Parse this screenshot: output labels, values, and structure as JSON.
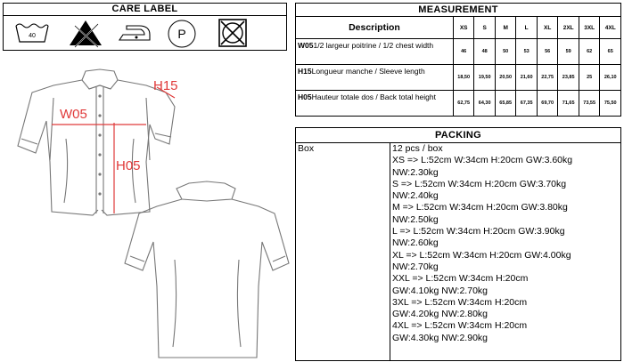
{
  "care_label": {
    "title": "CARE LABEL",
    "wash_temp": "40",
    "icons": [
      "wash-40-icon",
      "no-bleach-icon",
      "iron-low-icon",
      "dry-clean-p-icon",
      "no-tumble-dry-icon"
    ],
    "dry_clean_letter": "P"
  },
  "measurement": {
    "title": "MEASUREMENT",
    "description_header": "Description",
    "sizes": [
      "XS",
      "S",
      "M",
      "L",
      "XL",
      "2XL",
      "3XL",
      "4XL"
    ],
    "rows": [
      {
        "code": "W05",
        "text": "1/2 largeur poitrine / 1/2 chest width",
        "values": [
          "46",
          "48",
          "50",
          "53",
          "56",
          "59",
          "62",
          "65"
        ]
      },
      {
        "code": "H15",
        "text": "Longueur manche  / Sleeve length",
        "values": [
          "18,50",
          "19,50",
          "20,50",
          "21,60",
          "22,75",
          "23,85",
          "25",
          "26,10"
        ]
      },
      {
        "code": "H05",
        "text": "Hauteur totale dos / Back total height",
        "values": [
          "62,75",
          "64,30",
          "65,85",
          "67,35",
          "69,70",
          "71,65",
          "73,55",
          "75,50"
        ]
      }
    ]
  },
  "packing": {
    "title": "PACKING",
    "label": "Box",
    "lines": [
      "12 pcs / box",
      "XS => L:52cm W:34cm H:20cm GW:3.60kg",
      "NW:2.30kg",
      "S => L:52cm W:34cm H:20cm GW:3.70kg",
      "NW:2.40kg",
      "M => L:52cm W:34cm H:20cm GW:3.80kg",
      "NW:2.50kg",
      "L => L:52cm W:34cm H:20cm GW:3.90kg",
      "NW:2.60kg",
      "XL => L:52cm W:34cm H:20cm GW:4.00kg",
      "NW:2.70kg",
      "XXL => L:52cm W:34cm H:20cm",
      "GW:4.10kg NW:2.70kg",
      "3XL => L:52cm W:34cm H:20cm",
      "GW:4.20kg NW:2.80kg",
      "4XL => L:52cm W:34cm H:20cm",
      "GW:4.30kg NW:2.90kg"
    ]
  },
  "diagram": {
    "labels": {
      "w05": "W05",
      "h15": "H15",
      "h05": "H05"
    },
    "accent_color": "#e03a3a"
  }
}
